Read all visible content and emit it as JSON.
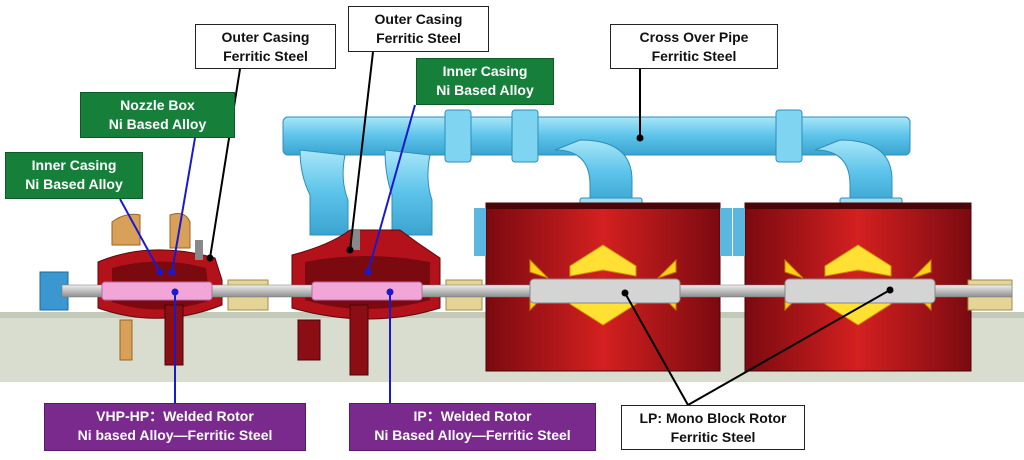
{
  "labels": {
    "outer_casing_1": {
      "line1": "Outer Casing",
      "line2": "Ferritic Steel"
    },
    "outer_casing_2": {
      "line1": "Outer Casing",
      "line2": "Ferritic Steel"
    },
    "cross_over_pipe": {
      "line1": "Cross Over Pipe",
      "line2": "Ferritic Steel"
    },
    "nozzle_box": {
      "line1": "Nozzle Box",
      "line2": "Ni Based Alloy"
    },
    "inner_casing_ip": {
      "line1": "Inner Casing",
      "line2": "Ni Based Alloy"
    },
    "inner_casing_hp": {
      "line1": "Inner Casing",
      "line2": "Ni Based Alloy"
    },
    "vhp_hp_rotor": {
      "line1": "VHP-HP：Welded Rotor",
      "line2": "Ni based Alloy—Ferritic Steel"
    },
    "ip_rotor": {
      "line1": "IP：Welded Rotor",
      "line2": "Ni Based Alloy—Ferritic Steel"
    },
    "lp_rotor": {
      "line1": "LP: Mono Block Rotor",
      "line2": "Ferritic Steel"
    }
  },
  "colors": {
    "casing_red": "#b3121a",
    "casing_dark_red": "#6e0a10",
    "pipe_blue": "#66ccee",
    "rotor_pink": "#f2a6d8",
    "shaft_gray": "#c9c9c9",
    "blade_yellow": "#ffe033",
    "label_green": "#16803a",
    "label_purple": "#7a2a8c"
  }
}
